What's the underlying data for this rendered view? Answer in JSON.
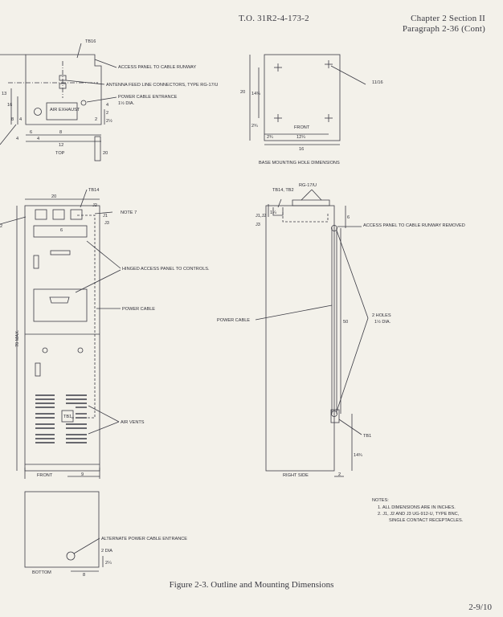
{
  "header": {
    "doc_number": "T.O. 31R2-4-173-2",
    "chapter": "Chapter 2 Section II",
    "paragraph": "Paragraph 2-36 (Cont)"
  },
  "top_view": {
    "view_title": "TOP",
    "air_exhaust": "AIR EXHAUST",
    "callout_tb16": "TB16",
    "callout_access_panel": "ACCESS PANEL TO CABLE RUNWAY",
    "callout_antenna": "ANTENNA FEED LINE CONNECTORS, TYPE RG-17/U",
    "callout_power_entrance": "POWER CABLE ENTRANCE",
    "callout_power_entrance_dia": "1½ DIA.",
    "dims": [
      "6",
      "8",
      "4",
      "4",
      "12",
      "16",
      "13",
      "4",
      "8",
      "4",
      "2",
      "2½",
      "2",
      "20"
    ]
  },
  "base_view": {
    "view_title": "BASE MOUNTING HOLE DIMENSIONS",
    "front_label": "FRONT",
    "hole_note": "11/16",
    "dims": [
      "20",
      "14¾",
      "2¾",
      "2¾",
      "12¼",
      "16"
    ]
  },
  "front_view": {
    "view_title": "FRONT",
    "callout_tb14": "TB14",
    "callout_j2": "J2",
    "callout_j1": "J1",
    "callout_j3": "J3",
    "callout_note7": "NOTE 7",
    "callout_hinged": "HINGED ACCESS PANEL TO CONTROLS.",
    "callout_power_cable": "POWER CABLE",
    "callout_air_vents": "AIR VENTS",
    "tb1": "TB1",
    "dims": [
      "20",
      "70 MAX.",
      "9",
      "2",
      "6"
    ]
  },
  "right_view": {
    "view_title": "RIGHT SIDE",
    "callout_rg": "RG-17/U",
    "callout_tb14_tb2": "TB14, TB2",
    "callout_j1j2": "J1,J2",
    "callout_j3": "J3",
    "callout_access_removed": "ACCESS PANEL TO CABLE RUNWAY REMOVED",
    "callout_power_cable": "POWER CABLE",
    "callout_holes": "2 HOLES",
    "callout_holes_dia": "1½ DIA.",
    "callout_tb1": "TB1",
    "dims": [
      "50",
      "14¾",
      "2",
      "6",
      "1¼"
    ]
  },
  "bottom_view": {
    "view_title": "BOTTOM",
    "callout_alt_power": "ALTERNATE POWER CABLE ENTRANCE",
    "callout_alt_power_dia": "2 DIA",
    "dims": [
      "8",
      "2¼"
    ]
  },
  "notes": {
    "heading": "NOTES:",
    "items": [
      "1.  ALL DIMENSIONS ARE IN INCHES.",
      "2.  J1, J2 AND J3 UG-912-U, TYPE BNC,",
      "SINGLE CONTACT RECEPTACLES."
    ]
  },
  "figure_caption": "Figure 2-3.  Outline and Mounting Dimensions",
  "page_number": "2-9/10"
}
